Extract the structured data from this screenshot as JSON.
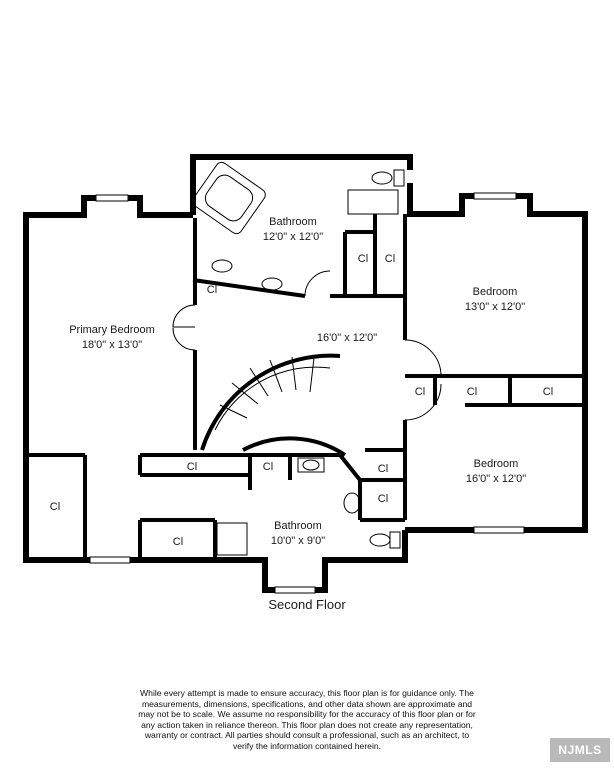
{
  "floor_title": "Second Floor",
  "rooms": {
    "primary_bedroom": {
      "name": "Primary Bedroom",
      "dims": "18'0\" x 13'0\""
    },
    "bathroom_top": {
      "name": "Bathroom",
      "dims": "12'0\" x 12'0\""
    },
    "bedroom_ne": {
      "name": "Bedroom",
      "dims": "13'0\" x 12'0\""
    },
    "hall": {
      "dims": "16'0\" x 12'0\""
    },
    "bedroom_se": {
      "name": "Bedroom",
      "dims": "16'0\" x 12'0\""
    },
    "bathroom_bottom": {
      "name": "Bathroom",
      "dims": "10'0\" x 9'0\""
    }
  },
  "closet_label": "Cl",
  "disclaimer": "While every attempt is made to ensure accuracy, this floor plan is for guidance only. The measurements, dimensions, specifications, and other data shown are approximate and may not be to scale. We assume no responsibility for the accuracy of this floor plan or for any action taken in reliance thereon. This floor plan does not create any representation, warranty or contract. All parties should consult a professional, such as an architect, to verify the information contained herein.",
  "logo_text": "NJMLS"
}
